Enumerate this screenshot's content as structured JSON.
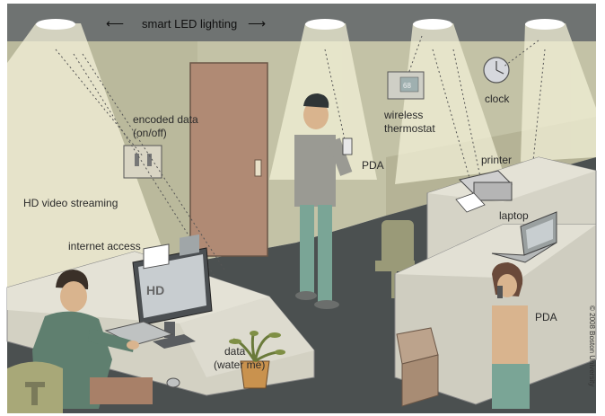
{
  "labels": {
    "smart_led": "smart LED lighting",
    "encoded_data": "encoded data",
    "on_off": "(on/off)",
    "hd_video": "HD video streaming",
    "internet_access": "internet access",
    "data": "data",
    "water_me": "(water me)",
    "pda_top": "PDA",
    "wireless": "wireless",
    "thermostat": "thermostat",
    "clock": "clock",
    "printer": "printer",
    "laptop": "laptop",
    "pda_bottom": "PDA",
    "hd_screen": "HD",
    "thermostat_display": "68"
  },
  "copyright": "© 2008 Boston University",
  "colors": {
    "ceiling": "#6f7372",
    "wall_left": "#b9b79a",
    "wall_back": "#c7c6aa",
    "floor": "#4a4f4f",
    "door": "#b08a74",
    "light_cone": "#f3f1d8",
    "shirt": "#7c9a8a",
    "pants": "#7ca79a",
    "skin": "#d9b48e"
  },
  "arrows": {
    "left": "⟵",
    "right": "⟶"
  }
}
